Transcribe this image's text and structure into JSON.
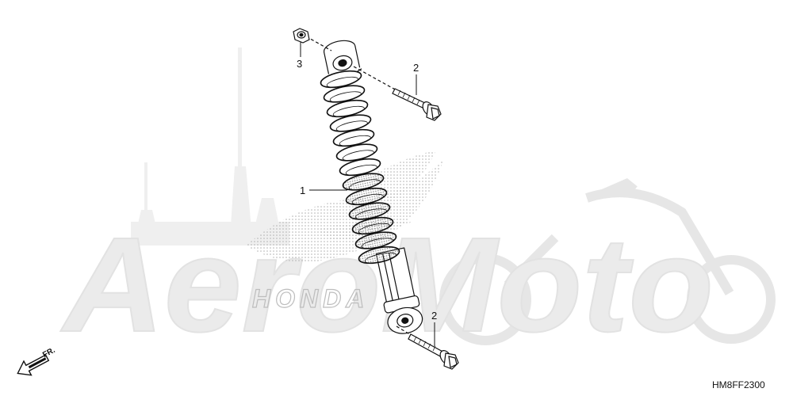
{
  "watermark": {
    "text": "AeroMoto",
    "brand_text": "HONDA",
    "color": "#ebebeb",
    "brand_color": "#c8c8c8"
  },
  "diagram_code": "HM8FF2300",
  "direction_label": "FR.",
  "callouts": [
    {
      "id": "shock-absorber",
      "number": "1"
    },
    {
      "id": "upper-bolt",
      "number": "2"
    },
    {
      "id": "lower-bolt",
      "number": "2"
    },
    {
      "id": "nut",
      "number": "3"
    }
  ],
  "colors": {
    "line": "#111111",
    "part_fill": "#ffffff",
    "shading": "#999999"
  }
}
